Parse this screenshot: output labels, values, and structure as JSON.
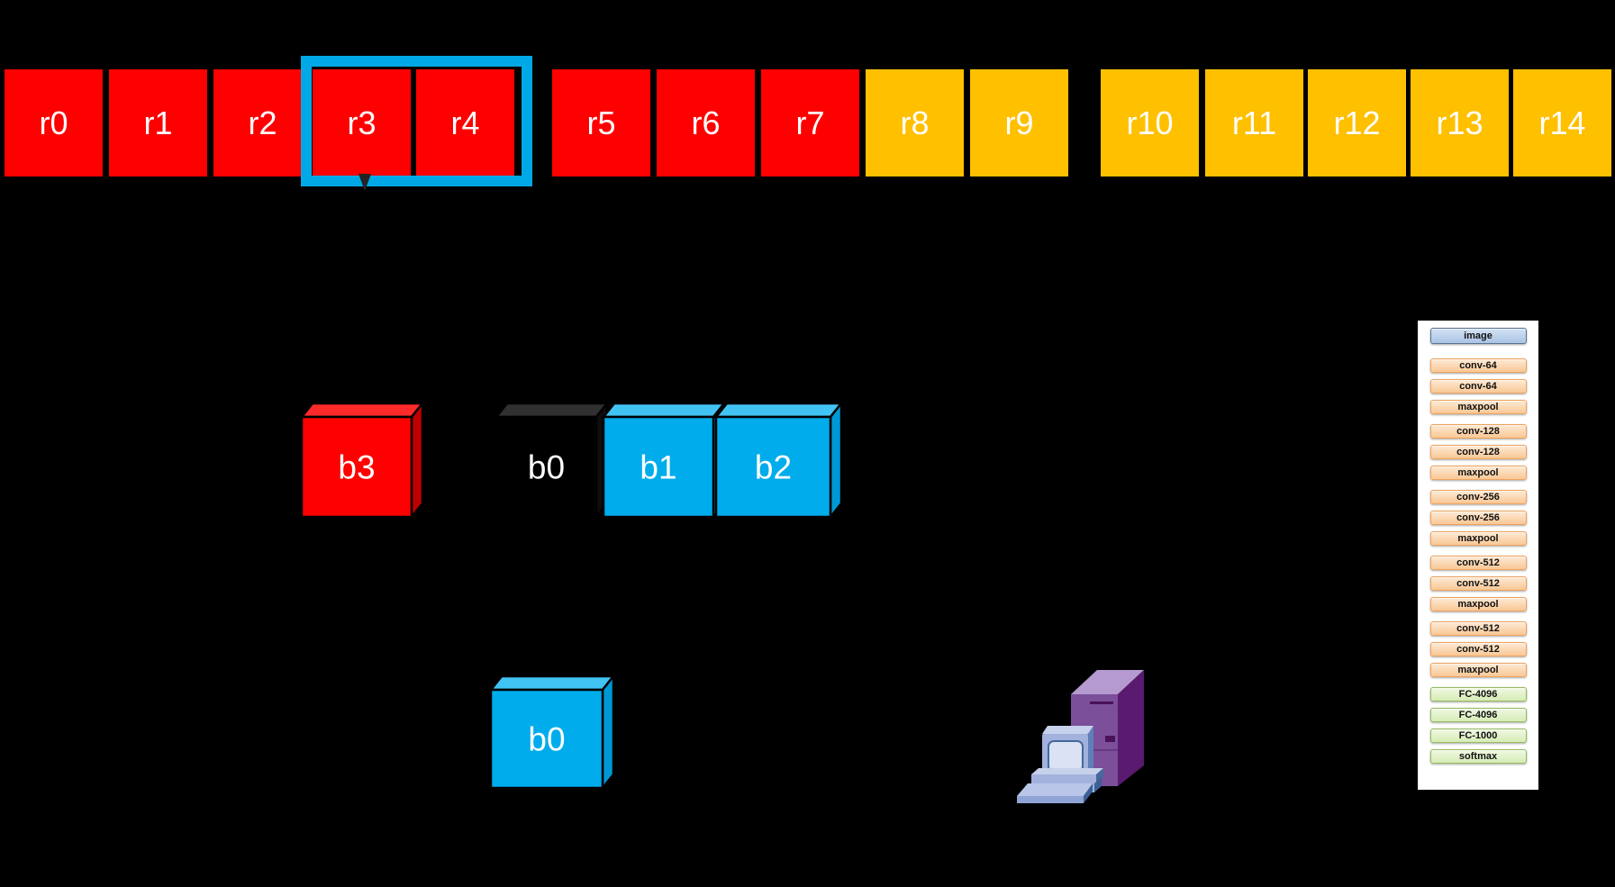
{
  "slide": {
    "background": "#000000"
  },
  "register_row": {
    "color_map": {
      "red": "#FE0000",
      "orange": "#FFC000"
    },
    "label_color": "#FFFFFF",
    "blocks": [
      {
        "label": "r0",
        "color": "red"
      },
      {
        "label": "r1",
        "color": "red"
      },
      {
        "label": "r2",
        "color": "red"
      },
      {
        "label": "r3",
        "color": "red"
      },
      {
        "label": "r4",
        "color": "red"
      },
      {
        "label": "r5",
        "color": "red"
      },
      {
        "label": "r6",
        "color": "red"
      },
      {
        "label": "r7",
        "color": "red"
      },
      {
        "label": "r8",
        "color": "orange"
      },
      {
        "label": "r9",
        "color": "orange"
      },
      {
        "label": "r10",
        "color": "orange"
      },
      {
        "label": "r11",
        "color": "orange"
      },
      {
        "label": "r12",
        "color": "orange"
      },
      {
        "label": "r13",
        "color": "orange"
      },
      {
        "label": "r14",
        "color": "orange"
      }
    ],
    "selection": {
      "labels": [
        "r3",
        "r4"
      ],
      "border_color": "#00A9E6"
    }
  },
  "cube_palettes": {
    "red": {
      "top": "#FF2A2A",
      "face": "#FE0000",
      "side": "#BF0000",
      "stroke": "#000000",
      "text": "#FFFFFF"
    },
    "blue": {
      "top": "#41C4F3",
      "face": "#00ACEC",
      "side": "#0098D4",
      "stroke": "#000000",
      "text": "#FFFFFF"
    },
    "black": {
      "top": "#303030",
      "face": "#000000",
      "side": "#0E0E0E",
      "stroke": "#000000",
      "text": "#FFFFFF"
    }
  },
  "buffer_cubes_row": [
    {
      "label": "b3",
      "palette": "red"
    },
    {
      "label": "b0",
      "palette": "black"
    },
    {
      "label": "b1",
      "palette": "blue"
    },
    {
      "label": "b2",
      "palette": "blue"
    }
  ],
  "buffer_cube_single": {
    "label": "b0",
    "palette": "blue"
  },
  "computer_icon": {
    "name": "desktop-computer-with-server-tower",
    "colors": {
      "tower_front": "#7B4F99",
      "tower_side": "#5A1A70",
      "tower_top": "#B49ACF",
      "tower_slot": "#4A1259",
      "monitor_body": "#A3B2DC",
      "monitor_top": "#C6D1EC",
      "monitor_side": "#5F7FBA",
      "screen": "#DAE2F4",
      "screen_border": "#46689F",
      "base_dark": "#3E5F96",
      "keyboard_front": "#8FA3D4"
    }
  },
  "network_table": {
    "panel_color": "#FFFFFF",
    "groups": [
      {
        "kind": "image",
        "items": [
          "image"
        ]
      },
      {
        "kind": "conv",
        "items": [
          "conv-64",
          "conv-64",
          "maxpool"
        ]
      },
      {
        "kind": "conv",
        "items": [
          "conv-128",
          "conv-128",
          "maxpool"
        ]
      },
      {
        "kind": "conv",
        "items": [
          "conv-256",
          "conv-256",
          "maxpool"
        ]
      },
      {
        "kind": "conv",
        "items": [
          "conv-512",
          "conv-512",
          "maxpool"
        ]
      },
      {
        "kind": "conv",
        "items": [
          "conv-512",
          "conv-512",
          "maxpool"
        ]
      },
      {
        "kind": "fc",
        "items": [
          "FC-4096",
          "FC-4096",
          "FC-1000",
          "softmax"
        ]
      }
    ]
  }
}
